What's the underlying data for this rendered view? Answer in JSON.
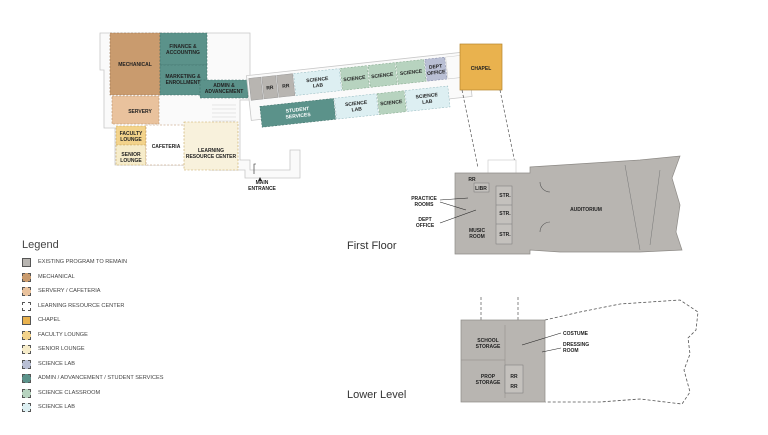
{
  "legend": {
    "title": "Legend",
    "items": [
      {
        "label": "EXISTING PROGRAM TO REMAIN",
        "color": "#b8b5b1",
        "border": "solid"
      },
      {
        "label": "MECHANICAL",
        "color": "#c99b6e",
        "border": "dashed"
      },
      {
        "label": "SERVERY / CAFETERIA",
        "color": "#e9c29d",
        "border": "dashed"
      },
      {
        "label": "LEARNING RESOURCE CENTER",
        "color": "#ffffff",
        "border": "dashed"
      },
      {
        "label": "CHAPEL",
        "color": "#e9b24e",
        "border": "solid"
      },
      {
        "label": "FACULTY LOUNGE",
        "color": "#f3d38b",
        "border": "dashed"
      },
      {
        "label": "SENIOR LOUNGE",
        "color": "#f6ecca",
        "border": "dashed"
      },
      {
        "label": "SCIENCE LAB",
        "color": "#b9bfd4",
        "border": "dashed"
      },
      {
        "label": "ADMIN / ADVANCEMENT / STUDENT SERVICES",
        "color": "#5b928a",
        "border": "dashed"
      },
      {
        "label": "SCIENCE CLASSROOM",
        "color": "#b7d3bf",
        "border": "dashed"
      },
      {
        "label": "SCIENCE LAB",
        "color": "#ddeff2",
        "border": "dashed"
      }
    ]
  },
  "floors": {
    "first": "First Floor",
    "lower": "Lower Level"
  },
  "rooms": {
    "mechanical": "MECHANICAL",
    "finance_1": "FINANCE &",
    "finance_2": "ACCOUNTING",
    "marketing_1": "MARKETING &",
    "marketing_2": "ENROLLMENT",
    "admin_1": "ADMIN &",
    "admin_2": "ADVANCEMENT",
    "servery": "SERVERY",
    "faculty_1": "FACULTY",
    "faculty_2": "LOUNGE",
    "senior_1": "SENIOR",
    "senior_2": "LOUNGE",
    "cafeteria": "CAFETERIA",
    "lrc_1": "LEARNING",
    "lrc_2": "RESOURCE CENTER",
    "main_1": "MAIN",
    "main_2": "ENTRANCE",
    "rr": "RR",
    "sci_lab_1": "SCIENCE",
    "sci_lab_2": "LAB",
    "science": "SCIENCE",
    "dept_1": "DEPT",
    "dept_2": "OFFICE",
    "chapel": "CHAPEL",
    "student_1": "STUDENT",
    "student_2": "SERVICES",
    "libr": "LIBR",
    "str": "STR.",
    "music_1": "MUSIC",
    "music_2": "ROOM",
    "auditorium": "AUDITORIUM",
    "practice_1": "PRACTICE",
    "practice_2": "ROOMS",
    "school_1": "SCHOOL",
    "school_2": "STORAGE",
    "prop_1": "PROP",
    "prop_2": "STORAGE",
    "costume": "COSTUME",
    "dressing_1": "DRESSING",
    "dressing_2": "ROOM"
  }
}
